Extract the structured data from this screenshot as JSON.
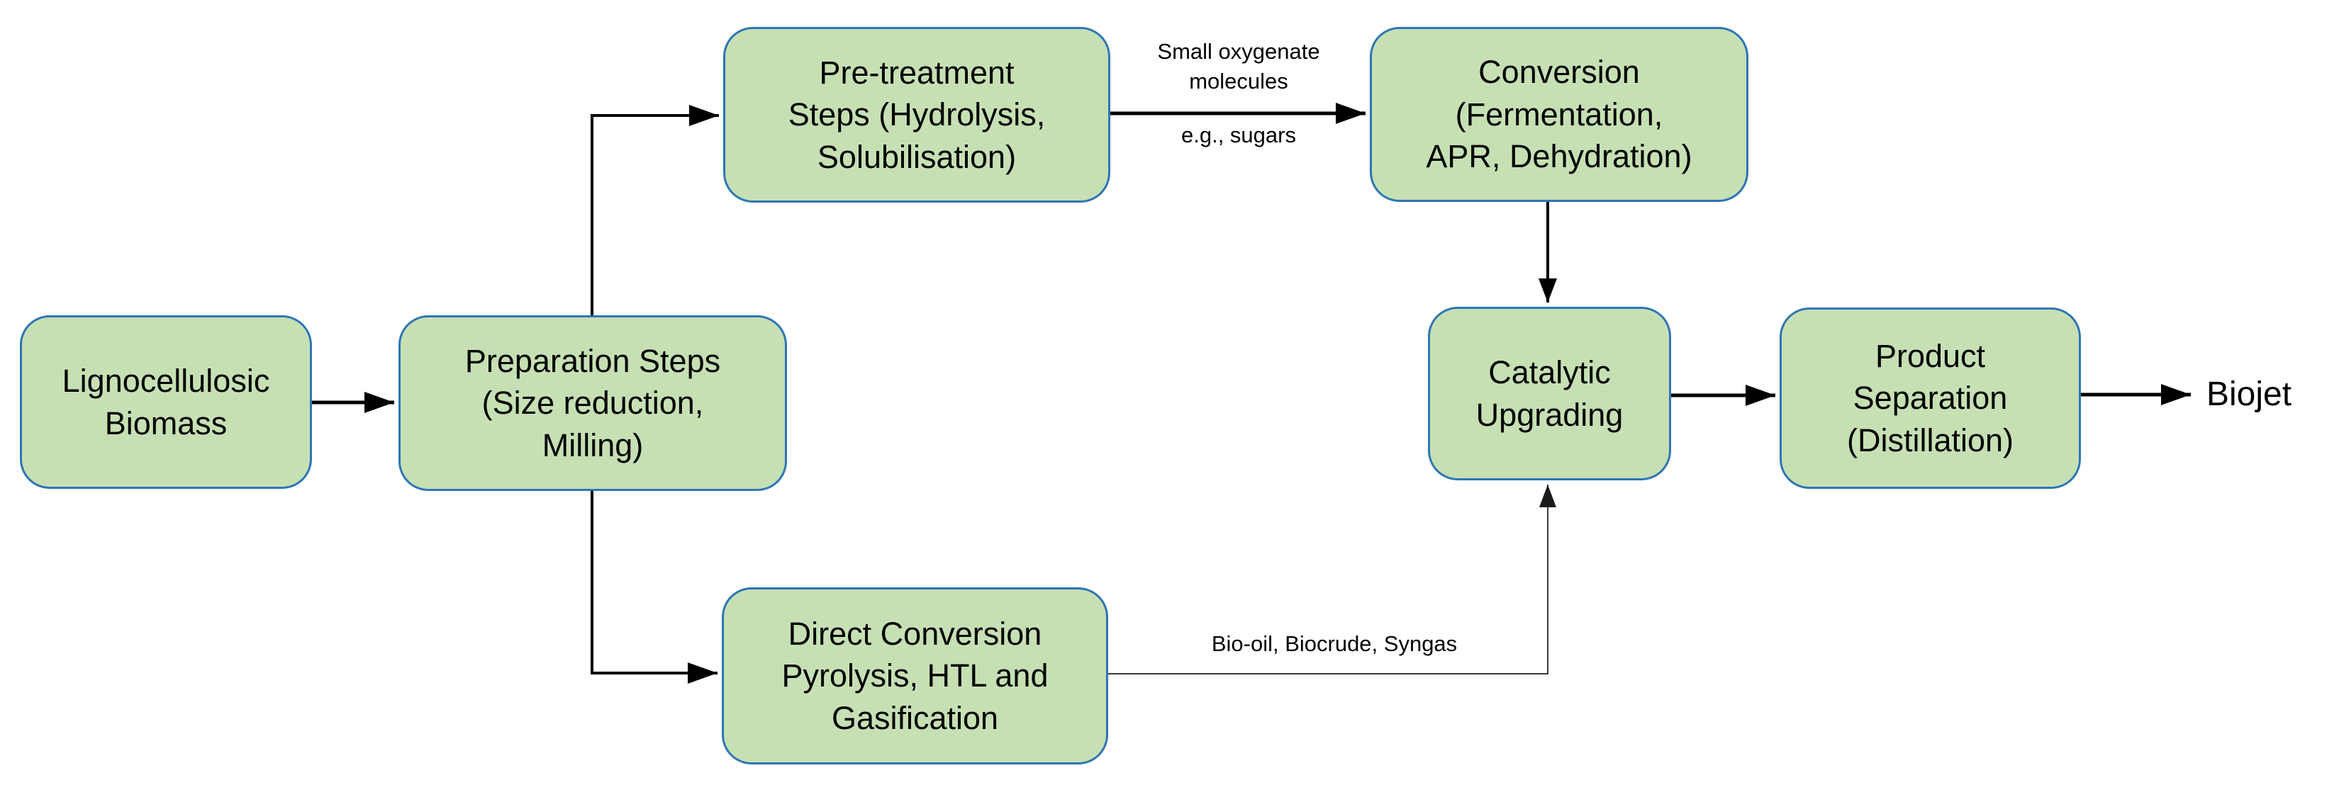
{
  "diagram": {
    "type": "flowchart",
    "boxes": {
      "lignocellulosic_biomass": "Lignocellulosic\nBiomass",
      "preparation_steps": "Preparation Steps\n(Size reduction,\nMilling)",
      "pretreatment_steps": "Pre-treatment\nSteps (Hydrolysis,\nSolubilisation)",
      "conversion": "Conversion\n(Fermentation,\nAPR, Dehydration)",
      "catalytic_upgrading": "Catalytic\nUpgrading",
      "product_separation": "Product\nSeparation\n(Distillation)",
      "direct_conversion": "Direct Conversion\nPyrolysis, HTL and\nGasification"
    },
    "edge_labels": {
      "small_oxygenate": "Small oxygenate\nmolecules",
      "eg_sugars": "e.g., sugars",
      "bio_oil": "Bio-oil, Biocrude, Syngas",
      "biojet": "Biojet"
    },
    "colors": {
      "box_fill": "#c6e0b4",
      "box_border": "#2e75b6",
      "arrow": "#000000",
      "thin_connector": "#3a3a3a"
    }
  }
}
